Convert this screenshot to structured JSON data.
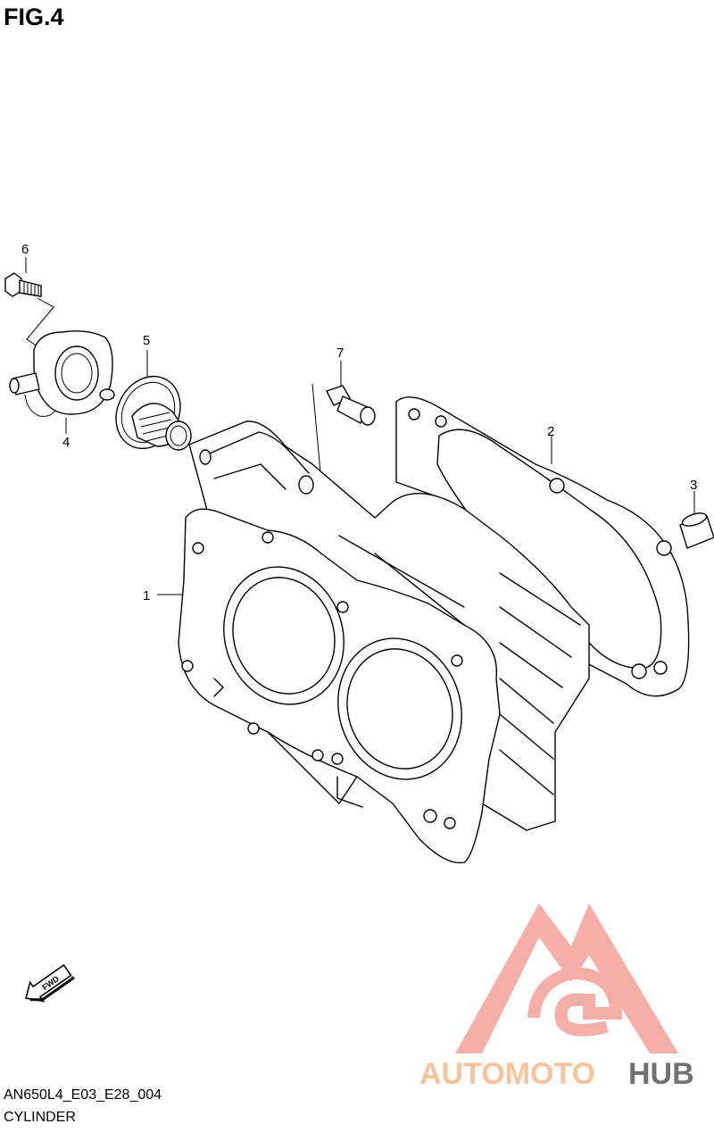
{
  "figure": {
    "title": "FIG.4",
    "code": "AN650L4_E03_E28_004",
    "name": "CYLINDER"
  },
  "parts": [
    {
      "number": "1"
    },
    {
      "number": "2"
    },
    {
      "number": "3"
    },
    {
      "number": "4"
    },
    {
      "number": "5"
    },
    {
      "number": "6"
    },
    {
      "number": "7"
    }
  ],
  "direction_badge": {
    "label": "FWD"
  },
  "watermark": {
    "text_part1": "AUTOMOTO",
    "text_part2": "HUB",
    "colors": {
      "primary": "#f4a09a",
      "secondary": "#f7c48a",
      "dark": "#5a5a5a",
      "logo": "#ef8a84"
    }
  }
}
